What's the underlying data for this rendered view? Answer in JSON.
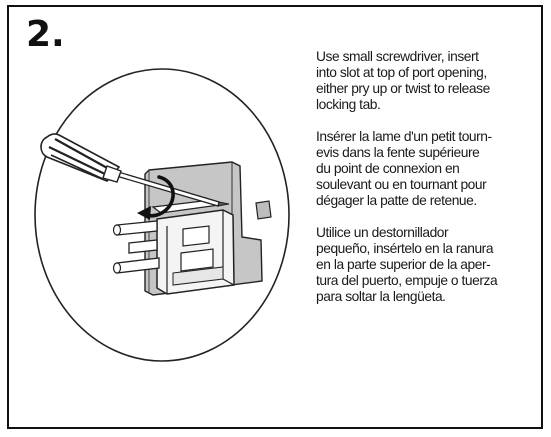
{
  "step": {
    "number": "2."
  },
  "instructions": {
    "english": [
      "Use small screwdriver, insert",
      "into slot at top of port opening,",
      "either pry up or twist to release",
      "locking tab."
    ],
    "french": [
      "Insérer la lame d'un petit tourn-",
      "evis dans la fente supérieure",
      "du point de connexion en",
      "soulevant ou en tournant pour",
      "dégager la patte de retenue."
    ],
    "spanish": [
      "Utilice un destornillador",
      "pequeño, insértelo en la ranura",
      "en la parte superior de la aper-",
      "tura del puerto, empuje o tuerza",
      "para soltar la lengüeta."
    ]
  },
  "illustration": {
    "icons": [
      "screwdriver-icon",
      "rotate-arrow-icon",
      "port-jack-icon"
    ]
  },
  "colors": {
    "border": "#111111",
    "text": "#1a1a1a",
    "faceplate": "#c9c9c9",
    "background": "#ffffff"
  }
}
